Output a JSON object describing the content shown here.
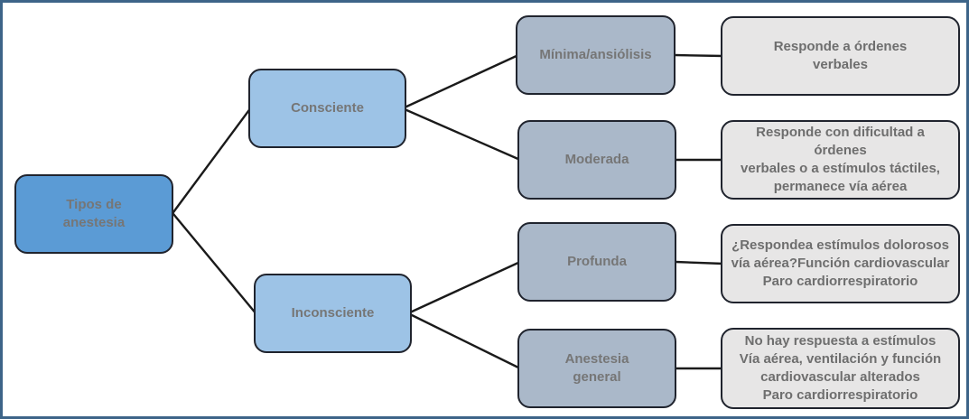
{
  "diagram": {
    "title": "Tipos de anestesia",
    "type": "tree-flowchart",
    "nodes": {
      "root": {
        "label": "Tipos de\nanestesia"
      },
      "consciente": {
        "label": "Consciente"
      },
      "inconsciente": {
        "label": "Inconsciente"
      },
      "minima": {
        "label": "Mínima/ansiólisis"
      },
      "moderada": {
        "label": "Moderada"
      },
      "profunda": {
        "label": "Profunda"
      },
      "general": {
        "label": "Anestesia\ngeneral"
      },
      "desc_minima": {
        "label": "Responde a órdenes\nverbales"
      },
      "desc_moderada": {
        "label": "Responde con dificultad a órdenes\nverbales o a estímulos táctiles,\npermanece vía aérea"
      },
      "desc_profunda": {
        "label": "¿Respondea estímulos dolorosos\nvía aérea?Función cardiovascular\nParo cardiorrespiratorio"
      },
      "desc_general": {
        "label": "No hay respuesta a estímulos\nVía aérea, ventilación y función\ncardiovascular alterados\nParo cardiorrespiratorio"
      }
    },
    "edges": [
      {
        "from": "root",
        "to": "consciente"
      },
      {
        "from": "root",
        "to": "inconsciente"
      },
      {
        "from": "consciente",
        "to": "minima"
      },
      {
        "from": "consciente",
        "to": "moderada"
      },
      {
        "from": "inconsciente",
        "to": "profunda"
      },
      {
        "from": "inconsciente",
        "to": "general"
      },
      {
        "from": "minima",
        "to": "desc_minima"
      },
      {
        "from": "moderada",
        "to": "desc_moderada"
      },
      {
        "from": "profunda",
        "to": "desc_profunda"
      },
      {
        "from": "general",
        "to": "desc_general"
      }
    ],
    "colors": {
      "root_fill": "#5B9BD5",
      "level2_fill": "#9DC3E6",
      "level3_fill": "#AAB8C9",
      "description_fill": "#E7E6E6",
      "node_border": "#20242E",
      "connector": "#1A1A1A",
      "text": "#767676",
      "frame_border": "#3D6488"
    }
  }
}
